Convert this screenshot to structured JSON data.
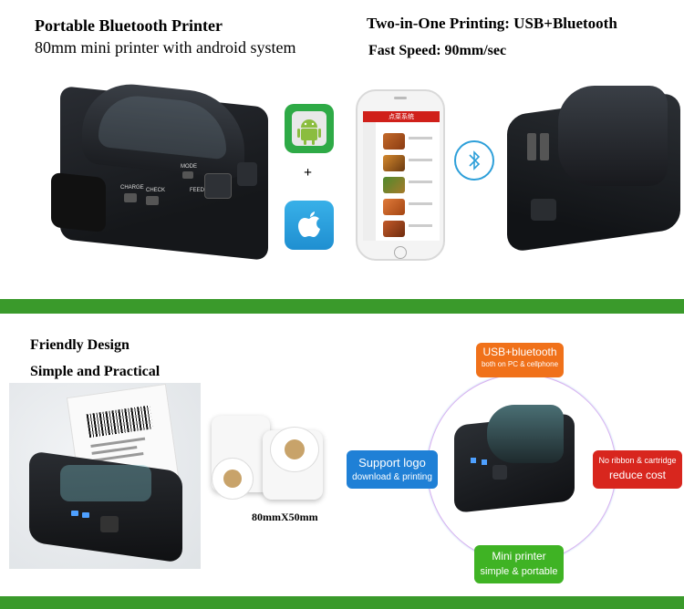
{
  "top": {
    "title": "Portable Bluetooth Printer",
    "subtitle": "80mm mini printer with android system",
    "right_title": "Two-in-One Printing: USB+Bluetooth",
    "speed": "Fast Speed: 90mm/sec",
    "plus": "+",
    "printer_buttons": {
      "charge": "CHARGE",
      "check": "CHECK",
      "mode": "MODE",
      "feed": "FEED"
    },
    "phone_header": "点菜系统"
  },
  "bottom": {
    "friendly": "Friendly Design",
    "simple": "Simple and Practical",
    "roll_size": "80mmX50mm",
    "features": {
      "usb_title": "USB+bluetooth",
      "usb_sub": "both on PC & cellphone",
      "logo_title": "Support logo",
      "logo_sub": "download & printing",
      "ribbon_title": "No ribbon & cartridge",
      "ribbon_sub": "reduce cost",
      "mini_title": "Mini printer",
      "mini_sub": "simple & portable"
    }
  },
  "colors": {
    "green": "#3a9a2b",
    "orange": "#f0711a",
    "blue": "#1f80d6",
    "red": "#d8261e",
    "feature_green": "#3fb324"
  },
  "icons": [
    "android-icon",
    "apple-icon",
    "bluetooth-icon"
  ]
}
